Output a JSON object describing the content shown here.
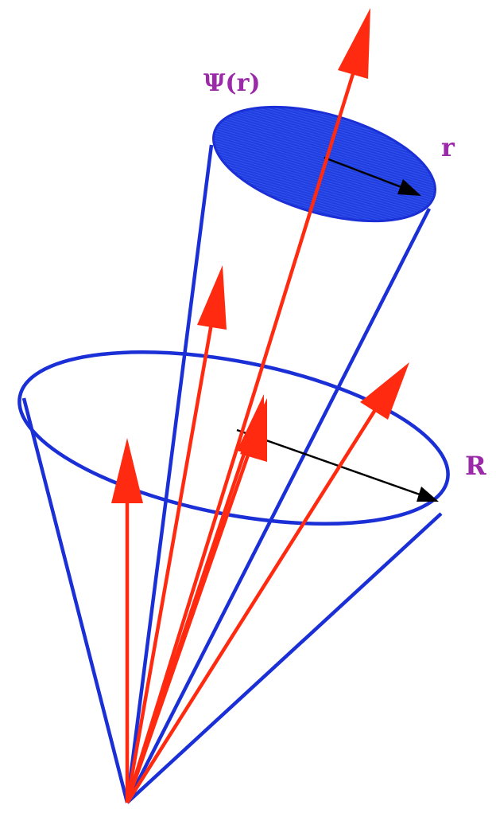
{
  "labels": {
    "psi": "Ψ(r)",
    "small_radius": "r",
    "large_radius": "R"
  },
  "colors": {
    "cone": "#1a2fd6",
    "disk_fill": "#1f3ee0",
    "vector": "#ff2a10",
    "radius_arrow": "#000000",
    "label": "#9a2aa8",
    "background": "#ffffff"
  },
  "icons": {
    "vector": "red-arrow-icon",
    "radius": "black-arrow-icon"
  }
}
